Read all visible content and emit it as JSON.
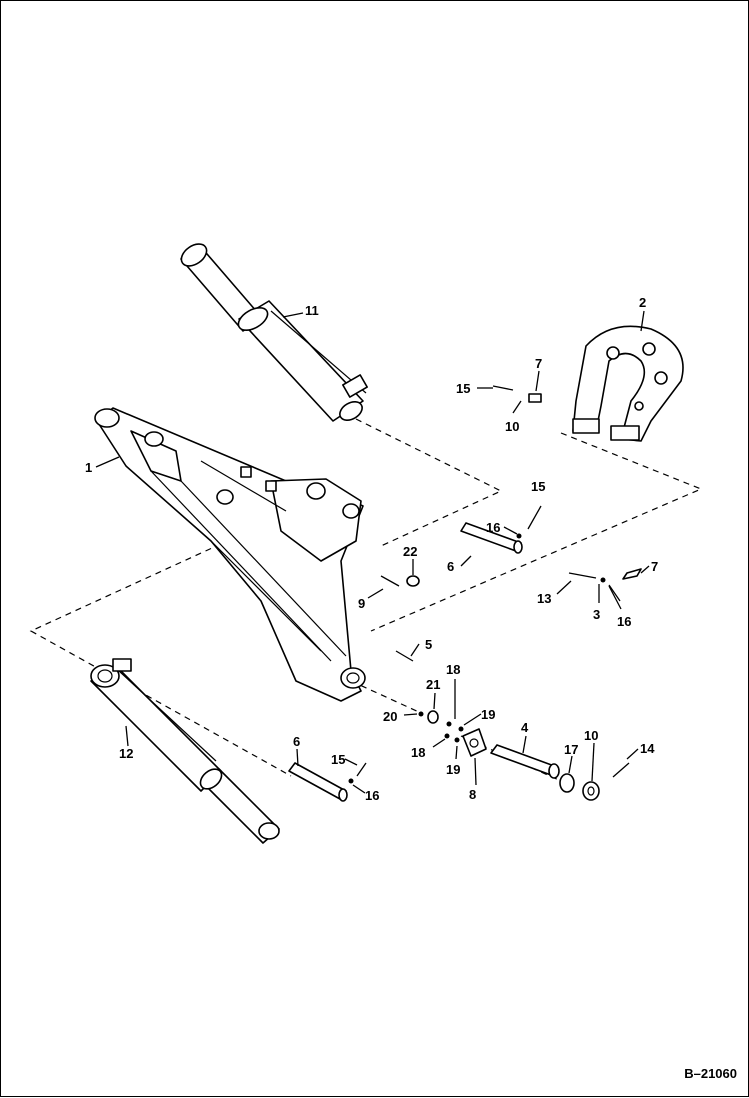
{
  "figure_id": "B–21060",
  "callouts": [
    "1",
    "2",
    "3",
    "4",
    "5",
    "6",
    "6",
    "7",
    "7",
    "8",
    "9",
    "10",
    "10",
    "11",
    "12",
    "13",
    "14",
    "15",
    "15",
    "15",
    "16",
    "16",
    "16",
    "17",
    "18",
    "18",
    "19",
    "19",
    "20",
    "21",
    "22"
  ]
}
